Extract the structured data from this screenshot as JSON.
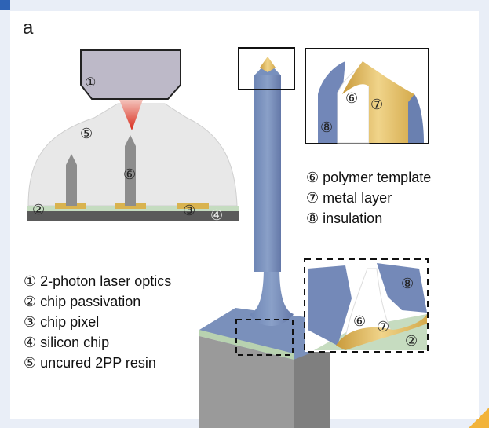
{
  "panel_label": "a",
  "callouts": {
    "optics": "①",
    "resin": "⑤",
    "template_left": "⑥",
    "passivation": "②",
    "pixel": "③",
    "chip": "④",
    "inset_template": "⑥",
    "inset_metal": "⑦",
    "inset_insulation": "⑧",
    "bottom_insulation": "⑧",
    "bottom_template": "⑥",
    "bottom_metal": "⑦",
    "bottom_passivation": "②"
  },
  "legend_left": [
    {
      "num": "①",
      "text": "2-photon laser optics"
    },
    {
      "num": "②",
      "text": "chip passivation"
    },
    {
      "num": "③",
      "text": "chip pixel"
    },
    {
      "num": "④",
      "text": "silicon chip"
    },
    {
      "num": "⑤",
      "text": "uncured 2PP resin"
    }
  ],
  "legend_right": [
    {
      "num": "⑥",
      "text": "polymer template"
    },
    {
      "num": "⑦",
      "text": "metal layer"
    },
    {
      "num": "⑧",
      "text": "insulation"
    }
  ],
  "colors": {
    "blue": "#7289b5",
    "gold": "#d8b35a",
    "resin": "#e8e8e8",
    "optics": "#b9b6c4",
    "laser": "#e04a3a",
    "chip": "#555555",
    "passivation": "#bfd6b8",
    "accent_blue": "#2e63b5",
    "accent_orange": "#f2b33a"
  }
}
